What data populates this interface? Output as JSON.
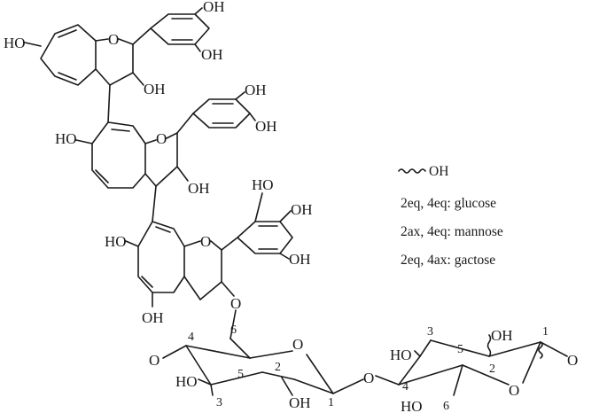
{
  "atoms": {
    "oh": "OH",
    "ho": "HO",
    "o": "O"
  },
  "positions": [
    "1",
    "2",
    "3",
    "4",
    "5",
    "6"
  ],
  "legend": {
    "wavy_label": "OH",
    "lines": [
      "2eq, 4eq: glucose",
      "2ax, 4eq: mannose",
      "2eq, 4ax: gactose"
    ]
  }
}
